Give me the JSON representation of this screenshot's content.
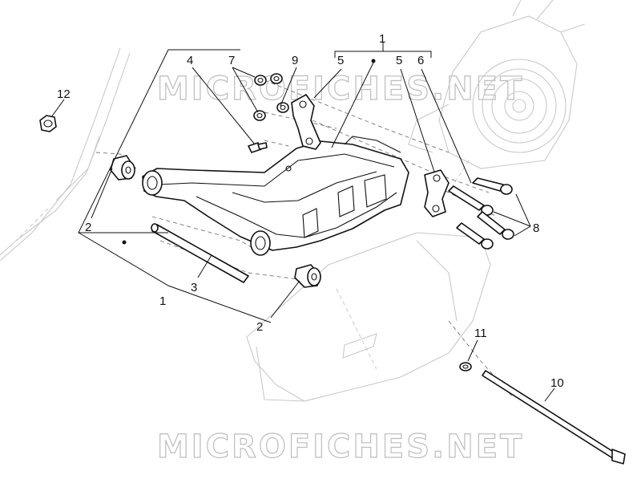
{
  "watermark": {
    "text": "MICROFICHES.NET"
  },
  "callouts": {
    "c1_top": "1",
    "c1_left": "1",
    "c2_left": "2",
    "c2_bottom": "2",
    "c3": "3",
    "c4": "4",
    "c5_a": "5",
    "c5_b": "5",
    "c6": "6",
    "c7": "7",
    "c8": "8",
    "c9": "9",
    "c10": "10",
    "c11": "11",
    "c12": "12"
  }
}
